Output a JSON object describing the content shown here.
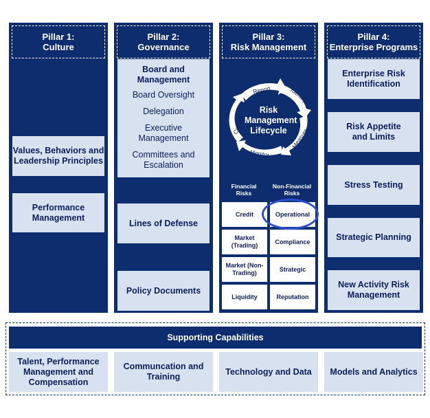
{
  "pillars": [
    {
      "title": "Pillar 1:",
      "subtitle": "Culture",
      "items": [
        "Values, Behaviors and Leadership Principles",
        "Performance Management"
      ]
    },
    {
      "title": "Pillar 2:",
      "subtitle": "Governance",
      "board": {
        "title": "Board and Management",
        "items": [
          "Board Oversight",
          "Delegation",
          "Executive Management",
          "Committees and Escalation"
        ]
      },
      "items": [
        "Lines of Defense",
        "Policy Documents"
      ]
    },
    {
      "title": "Pillar 3:",
      "subtitle": "Risk Management",
      "lifecycle": {
        "center": "Risk Management Lifecycle",
        "steps": [
          "Report",
          "Identify",
          "Measure",
          "Monitor",
          "Control"
        ]
      },
      "financial_header": "Financial Risks",
      "nonfinancial_header": "Non-Financial Risks",
      "financial": [
        "Credit",
        "Market (Trading)",
        "Market (Non-Trading)",
        "Liquidity"
      ],
      "nonfinancial": [
        "Operational",
        "Compliance",
        "Strategic",
        "Reputation"
      ],
      "highlighted": "Operational",
      "highlight_color": "#2a4fd0"
    },
    {
      "title": "Pillar 4:",
      "subtitle": "Enterprise Programs",
      "items": [
        "Enterprise Risk Identification",
        "Risk Appetite and Limits",
        "Stress Testing",
        "Strategic Planning",
        "New Activity Risk Management"
      ]
    }
  ],
  "supporting": {
    "title": "Supporting Capabilities",
    "items": [
      "Talent, Performance Management and Compensation",
      "Communcation and Training",
      "Technology and Data",
      "Models and Analytics"
    ]
  },
  "colors": {
    "navy": "#0e2d6e",
    "light": "#d7e1ef",
    "text": "#0b1f5c"
  }
}
